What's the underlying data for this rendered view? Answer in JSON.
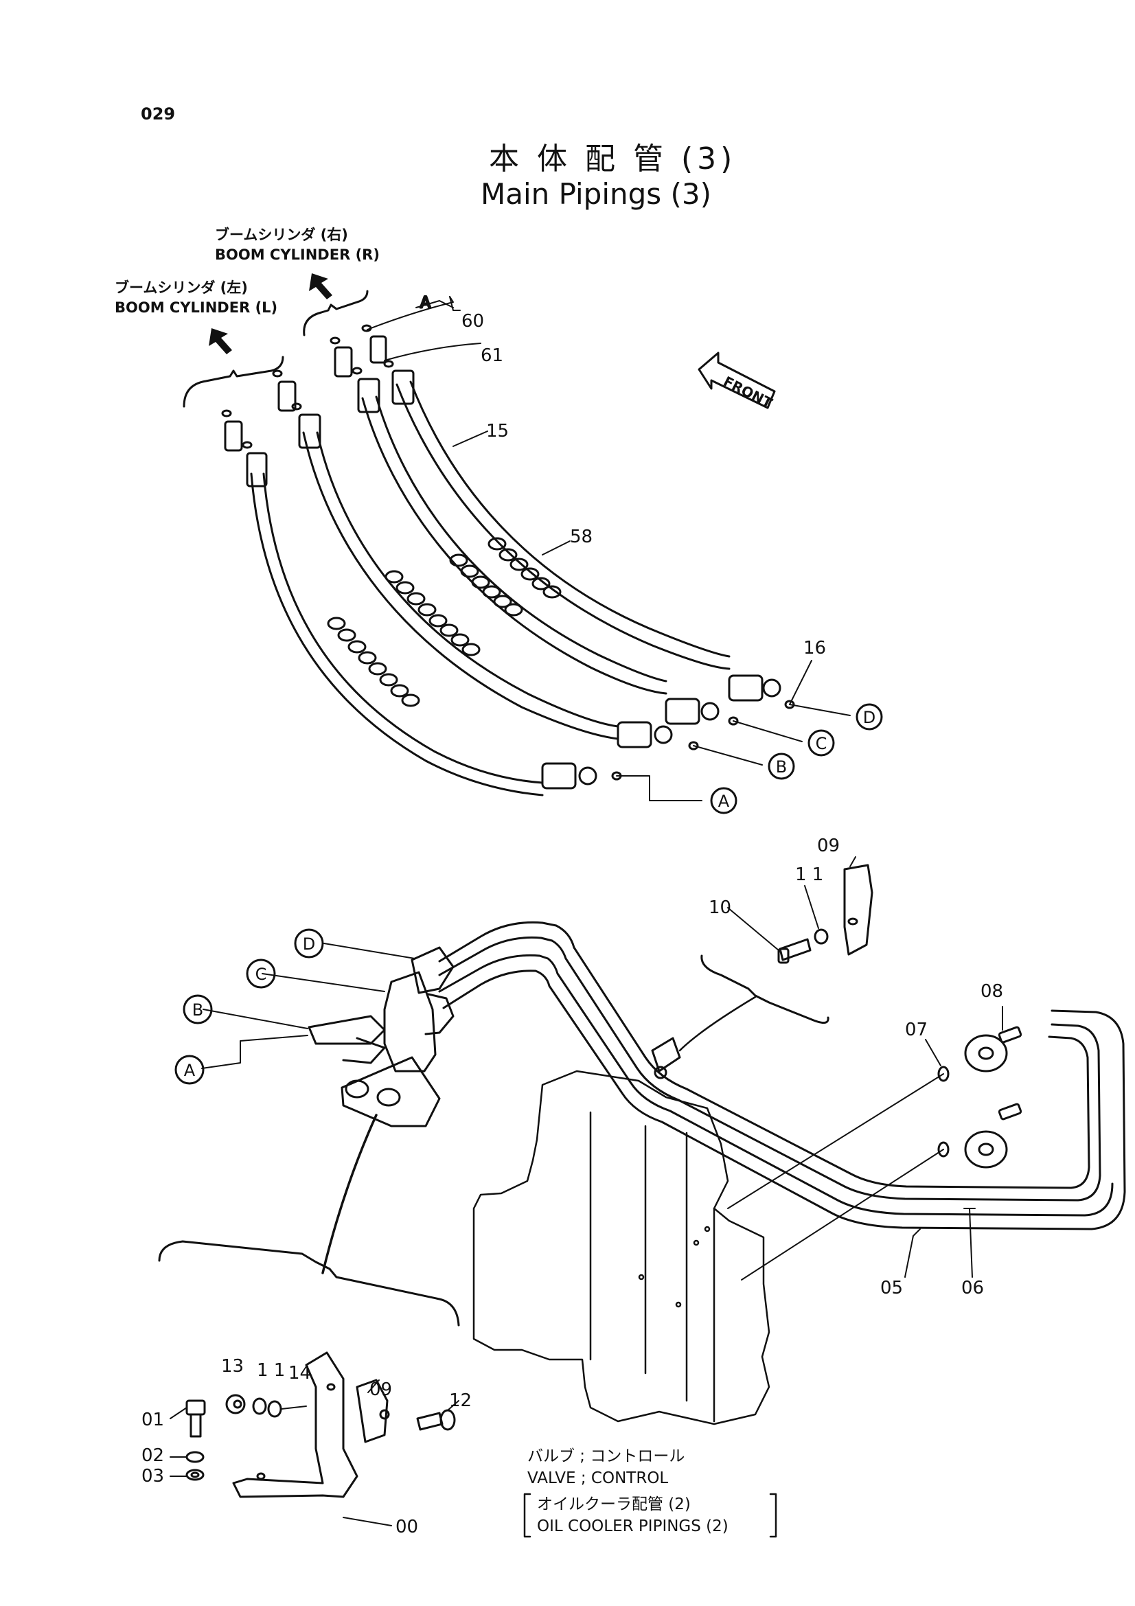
{
  "page_number": "029",
  "title": {
    "jp": "本 体 配 管 (3)",
    "en": "Main Pipings (3)"
  },
  "notes": {
    "boom_r_jp": "ブームシリンダ (右)",
    "boom_r_en": "BOOM CYLINDER (R)",
    "boom_l_jp": "ブームシリンダ (左)",
    "boom_l_en": "BOOM CYLINDER (L)",
    "valve_jp": "バルブ ; コントロール",
    "valve_en": "VALVE ; CONTROL",
    "oil_jp": "オイルクーラ配管 (2)",
    "oil_en": "OIL COOLER PIPINGS (2)",
    "front": "FRONT",
    "bracket_a": "A"
  },
  "part_labels": {
    "p60": "60",
    "p61": "61",
    "p15": "15",
    "p58": "58",
    "p16": "16",
    "p09a": "09",
    "p11a": "1 1",
    "p10": "10",
    "p08": "08",
    "p07": "07",
    "p05": "05",
    "p06": "06",
    "p13": "13",
    "p11b": "1 1",
    "p14": "14",
    "p09b": "09",
    "p12": "12",
    "p01": "01",
    "p02": "02",
    "p03": "03",
    "p00": "00"
  },
  "refs": {
    "a": "A",
    "b": "B",
    "c": "C",
    "d": "D"
  },
  "colors": {
    "ink": "#111111",
    "paper": "#ffffff"
  }
}
